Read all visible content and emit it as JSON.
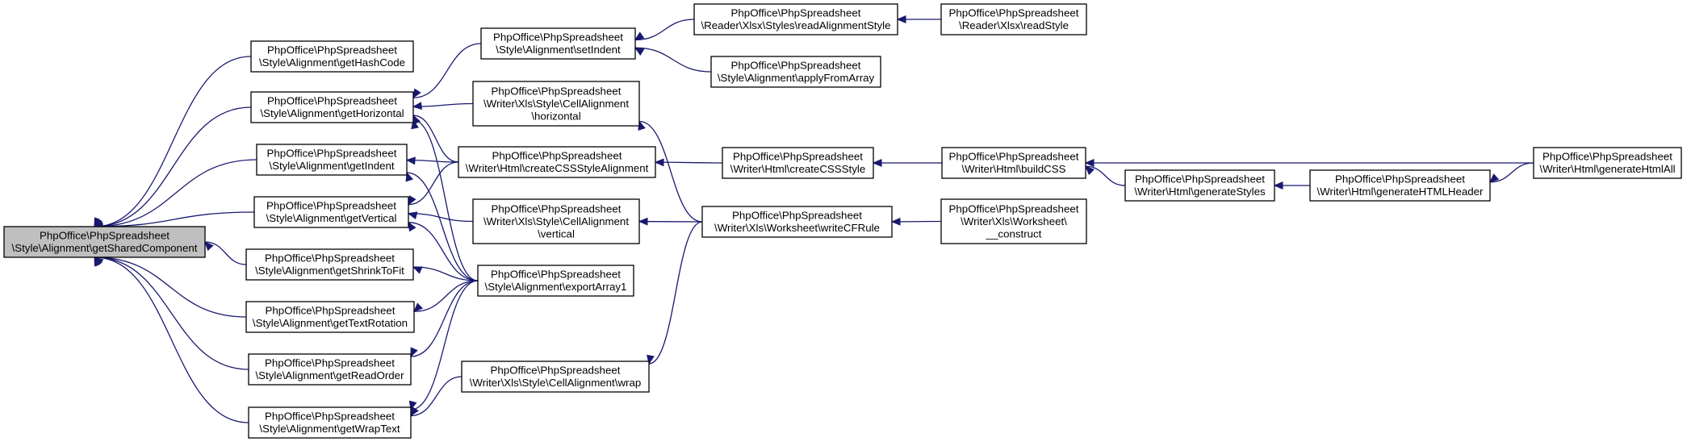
{
  "diagram": {
    "type": "call-graph",
    "colors": {
      "edge": "#191970",
      "node_border": "#000000",
      "node_fill": "#ffffff",
      "root_fill": "#bfbfbf",
      "text": "#000000"
    },
    "nodes": [
      {
        "id": "root",
        "lines": [
          "PhpOffice\\PhpSpreadsheet",
          "\\Style\\Alignment\\getSharedComponent"
        ],
        "highlight": true
      },
      {
        "id": "getHashCode",
        "lines": [
          "PhpOffice\\PhpSpreadsheet",
          "\\Style\\Alignment\\getHashCode"
        ]
      },
      {
        "id": "getHorizontal",
        "lines": [
          "PhpOffice\\PhpSpreadsheet",
          "\\Style\\Alignment\\getHorizontal"
        ]
      },
      {
        "id": "getIndent",
        "lines": [
          "PhpOffice\\PhpSpreadsheet",
          "\\Style\\Alignment\\getIndent"
        ]
      },
      {
        "id": "getVertical",
        "lines": [
          "PhpOffice\\PhpSpreadsheet",
          "\\Style\\Alignment\\getVertical"
        ]
      },
      {
        "id": "getShrinkToFit",
        "lines": [
          "PhpOffice\\PhpSpreadsheet",
          "\\Style\\Alignment\\getShrinkToFit"
        ]
      },
      {
        "id": "getTextRotation",
        "lines": [
          "PhpOffice\\PhpSpreadsheet",
          "\\Style\\Alignment\\getTextRotation"
        ]
      },
      {
        "id": "getReadOrder",
        "lines": [
          "PhpOffice\\PhpSpreadsheet",
          "\\Style\\Alignment\\getReadOrder"
        ]
      },
      {
        "id": "getWrapText",
        "lines": [
          "PhpOffice\\PhpSpreadsheet",
          "\\Style\\Alignment\\getWrapText"
        ]
      },
      {
        "id": "setIndent",
        "lines": [
          "PhpOffice\\PhpSpreadsheet",
          "\\Style\\Alignment\\setIndent"
        ]
      },
      {
        "id": "xlsHorizontal",
        "lines": [
          "PhpOffice\\PhpSpreadsheet",
          "\\Writer\\Xls\\Style\\CellAlignment",
          "\\horizontal"
        ]
      },
      {
        "id": "createCSSStyleAlignment",
        "lines": [
          "PhpOffice\\PhpSpreadsheet",
          "\\Writer\\Html\\createCSSStyleAlignment"
        ]
      },
      {
        "id": "xlsVertical",
        "lines": [
          "PhpOffice\\PhpSpreadsheet",
          "\\Writer\\Xls\\Style\\CellAlignment",
          "\\vertical"
        ]
      },
      {
        "id": "exportArray1",
        "lines": [
          "PhpOffice\\PhpSpreadsheet",
          "\\Style\\Alignment\\exportArray1"
        ]
      },
      {
        "id": "xlsWrap",
        "lines": [
          "PhpOffice\\PhpSpreadsheet",
          "\\Writer\\Xls\\Style\\CellAlignment\\wrap"
        ]
      },
      {
        "id": "readAlignmentStyle",
        "lines": [
          "PhpOffice\\PhpSpreadsheet",
          "\\Reader\\Xlsx\\Styles\\readAlignmentStyle"
        ]
      },
      {
        "id": "applyFromArray",
        "lines": [
          "PhpOffice\\PhpSpreadsheet",
          "\\Style\\Alignment\\applyFromArray"
        ]
      },
      {
        "id": "createCSSStyle",
        "lines": [
          "PhpOffice\\PhpSpreadsheet",
          "\\Writer\\Html\\createCSSStyle"
        ]
      },
      {
        "id": "writeCFRule",
        "lines": [
          "PhpOffice\\PhpSpreadsheet",
          "\\Writer\\Xls\\Worksheet\\writeCFRule"
        ]
      },
      {
        "id": "readStyle",
        "lines": [
          "PhpOffice\\PhpSpreadsheet",
          "\\Reader\\Xlsx\\readStyle"
        ]
      },
      {
        "id": "buildCSS",
        "lines": [
          "PhpOffice\\PhpSpreadsheet",
          "\\Writer\\Html\\buildCSS"
        ]
      },
      {
        "id": "construct",
        "lines": [
          "PhpOffice\\PhpSpreadsheet",
          "\\Writer\\Xls\\Worksheet\\",
          "__construct"
        ]
      },
      {
        "id": "generateStyles",
        "lines": [
          "PhpOffice\\PhpSpreadsheet",
          "\\Writer\\Html\\generateStyles"
        ]
      },
      {
        "id": "generateHTMLHeader",
        "lines": [
          "PhpOffice\\PhpSpreadsheet",
          "\\Writer\\Html\\generateHTMLHeader"
        ]
      },
      {
        "id": "generateHtmlAll",
        "lines": [
          "PhpOffice\\PhpSpreadsheet",
          "\\Writer\\Html\\generateHtmlAll"
        ]
      }
    ],
    "edges": [
      {
        "from": "getHashCode",
        "to": "root"
      },
      {
        "from": "getHorizontal",
        "to": "root"
      },
      {
        "from": "getIndent",
        "to": "root"
      },
      {
        "from": "getVertical",
        "to": "root"
      },
      {
        "from": "getShrinkToFit",
        "to": "root"
      },
      {
        "from": "getTextRotation",
        "to": "root"
      },
      {
        "from": "getReadOrder",
        "to": "root"
      },
      {
        "from": "getWrapText",
        "to": "root"
      },
      {
        "from": "setIndent",
        "to": "getHorizontal"
      },
      {
        "from": "xlsHorizontal",
        "to": "getHorizontal"
      },
      {
        "from": "createCSSStyleAlignment",
        "to": "getHorizontal"
      },
      {
        "from": "exportArray1",
        "to": "getHorizontal"
      },
      {
        "from": "createCSSStyleAlignment",
        "to": "getIndent"
      },
      {
        "from": "exportArray1",
        "to": "getIndent"
      },
      {
        "from": "createCSSStyleAlignment",
        "to": "getVertical"
      },
      {
        "from": "xlsVertical",
        "to": "getVertical"
      },
      {
        "from": "exportArray1",
        "to": "getVertical"
      },
      {
        "from": "exportArray1",
        "to": "getShrinkToFit"
      },
      {
        "from": "exportArray1",
        "to": "getTextRotation"
      },
      {
        "from": "exportArray1",
        "to": "getReadOrder"
      },
      {
        "from": "exportArray1",
        "to": "getWrapText"
      },
      {
        "from": "xlsWrap",
        "to": "getWrapText"
      },
      {
        "from": "readAlignmentStyle",
        "to": "setIndent"
      },
      {
        "from": "applyFromArray",
        "to": "setIndent"
      },
      {
        "from": "readStyle",
        "to": "readAlignmentStyle"
      },
      {
        "from": "createCSSStyle",
        "to": "createCSSStyleAlignment"
      },
      {
        "from": "buildCSS",
        "to": "createCSSStyle"
      },
      {
        "from": "generateStyles",
        "to": "buildCSS"
      },
      {
        "from": "generateHtmlAll",
        "to": "buildCSS"
      },
      {
        "from": "generateHTMLHeader",
        "to": "generateStyles"
      },
      {
        "from": "generateHtmlAll",
        "to": "generateHTMLHeader"
      },
      {
        "from": "writeCFRule",
        "to": "xlsHorizontal"
      },
      {
        "from": "writeCFRule",
        "to": "xlsVertical"
      },
      {
        "from": "writeCFRule",
        "to": "xlsWrap"
      },
      {
        "from": "construct",
        "to": "writeCFRule"
      }
    ]
  }
}
